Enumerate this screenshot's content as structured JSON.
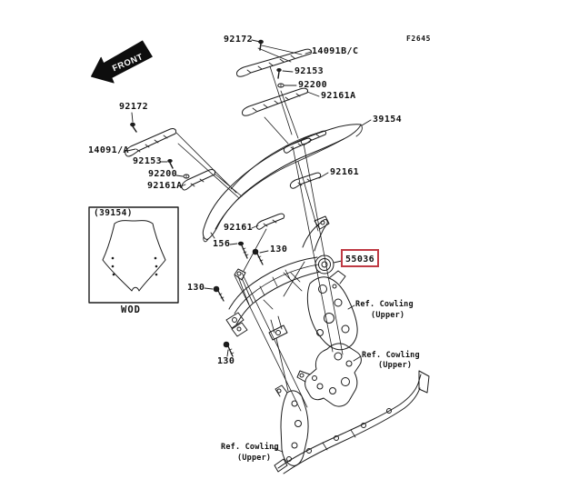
{
  "figure": {
    "code": "F2645",
    "front_label": "FRONT",
    "highlight_color": "#bf3a44",
    "inset": {
      "part": "(39154)",
      "variant_code": "WOD"
    }
  },
  "labels": {
    "p92172_top": "92172",
    "p14091bc": "14091B/C",
    "p92153_top": "92153",
    "p92200_top": "92200",
    "p92161a_top": "92161A",
    "p39154": "39154",
    "p92172_left": "92172",
    "p14091a": "14091/A",
    "p92153_left": "92153",
    "p92200_left": "92200",
    "p92161a_left": "92161A",
    "p92161_right": "92161",
    "p92161_left": "92161",
    "p156": "156",
    "p130_a": "130",
    "p130_b": "130",
    "p130_c": "130",
    "p55036": "55036",
    "ref_upper_line1": "Ref. Cowling",
    "ref_upper_line2": "(Upper)"
  }
}
